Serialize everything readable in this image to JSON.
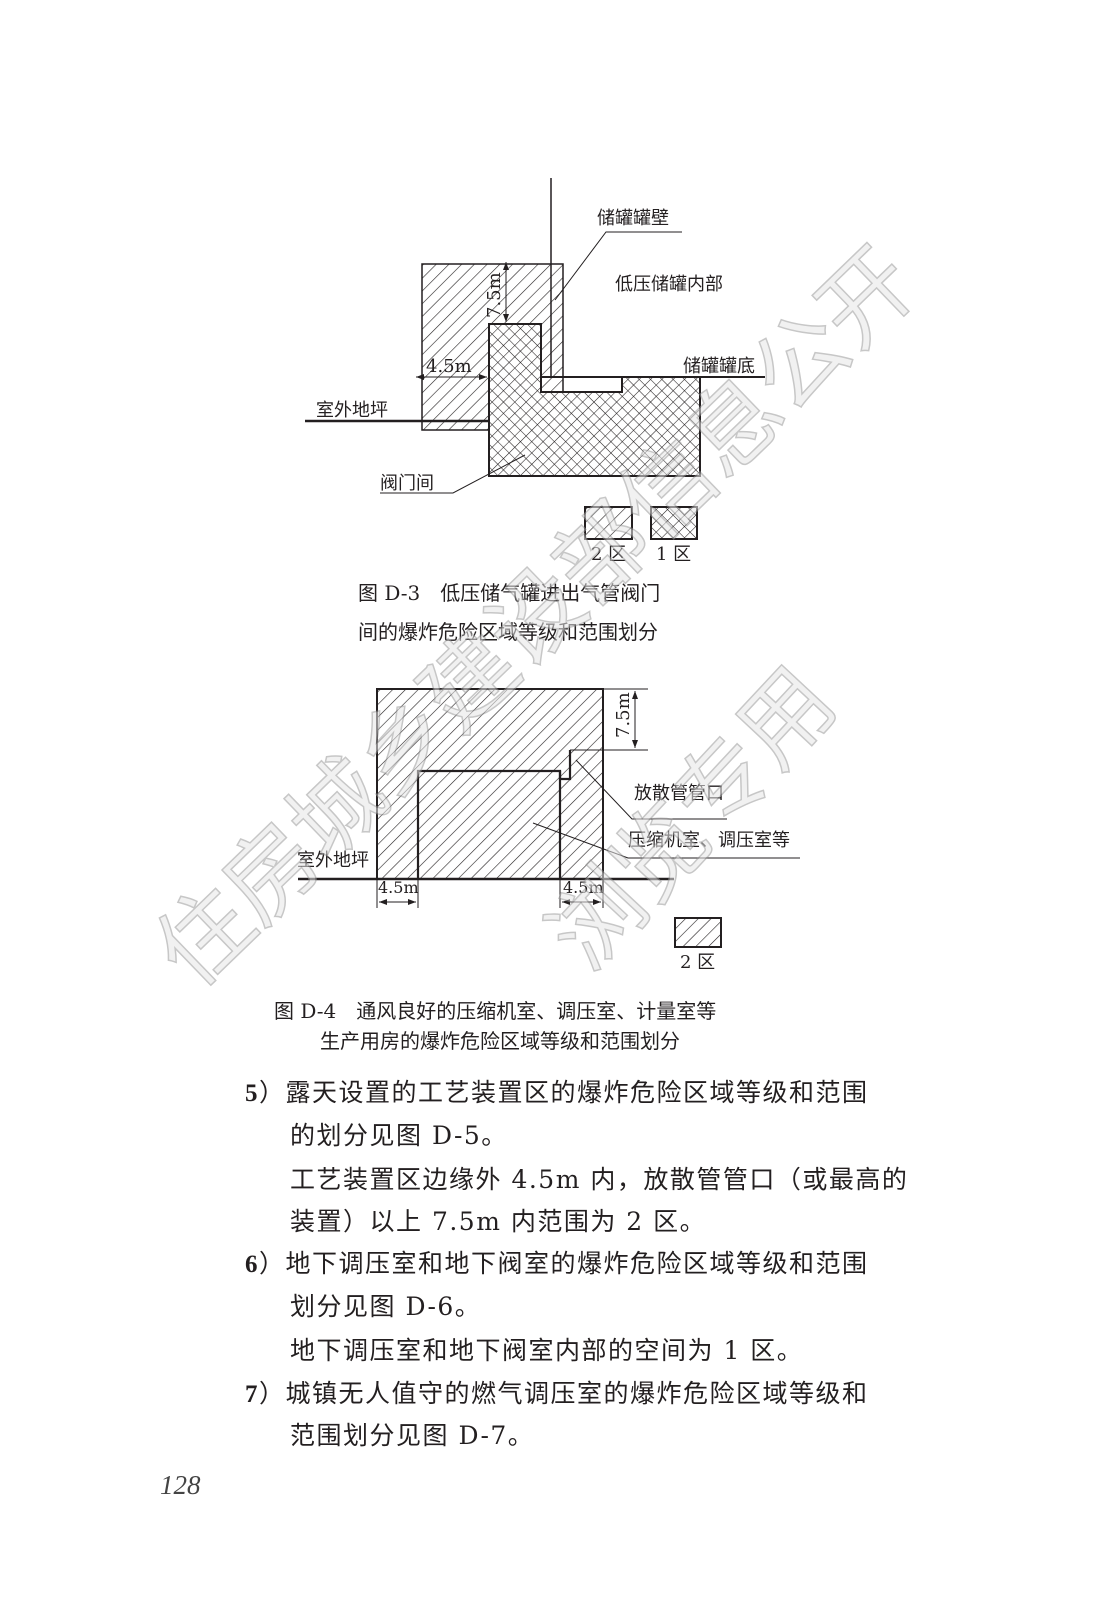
{
  "figure_d3": {
    "labels": {
      "tank_wall": "储罐罐壁",
      "tank_interior": "低压储罐内部",
      "tank_bottom": "储罐罐底",
      "outdoor_ground": "室外地坪",
      "valve_room": "阀门间",
      "dim_vertical": "7.5m",
      "dim_horizontal": "4.5m"
    },
    "legend": [
      {
        "pattern": "hatch",
        "label": "2 区"
      },
      {
        "pattern": "crosshatch",
        "label": "1 区"
      }
    ],
    "caption": [
      "图 D-3　低压储气罐进出气管阀门",
      "间的爆炸危险区域等级和范围划分"
    ]
  },
  "figure_d4": {
    "labels": {
      "vent_outlet": "放散管管口",
      "rooms": "压缩机室、调压室等",
      "outdoor_ground": "室外地坪",
      "dim_vertical": "7.5m",
      "dim_left": "4.5m",
      "dim_right": "4.5m"
    },
    "legend": [
      {
        "pattern": "hatch",
        "label": "2 区"
      }
    ],
    "caption": [
      "图 D-4　通风良好的压缩机室、调压室、计量室等",
      "生产用房的爆炸危险区域等级和范围划分"
    ]
  },
  "body": [
    {
      "num": "5",
      "lines": [
        "）露天设置的工艺装置区的爆炸危险区域等级和范围",
        "的划分见图 D-5。",
        "工艺装置区边缘外 4.5m 内，放散管管口（或最高的",
        "装置）以上 7.5m 内范围为 2 区。"
      ]
    },
    {
      "num": "6",
      "lines": [
        "）地下调压室和地下阀室的爆炸危险区域等级和范围",
        "划分见图 D-6。",
        "地下调压室和地下阀室内部的空间为 1 区。"
      ]
    },
    {
      "num": "7",
      "lines": [
        "）城镇无人值守的燃气调压室的爆炸危险区域等级和",
        "范围划分见图 D-7。"
      ]
    }
  ],
  "page_number": "128",
  "watermark": [
    "住房城乡建设部信息公开",
    "浏览专用"
  ]
}
